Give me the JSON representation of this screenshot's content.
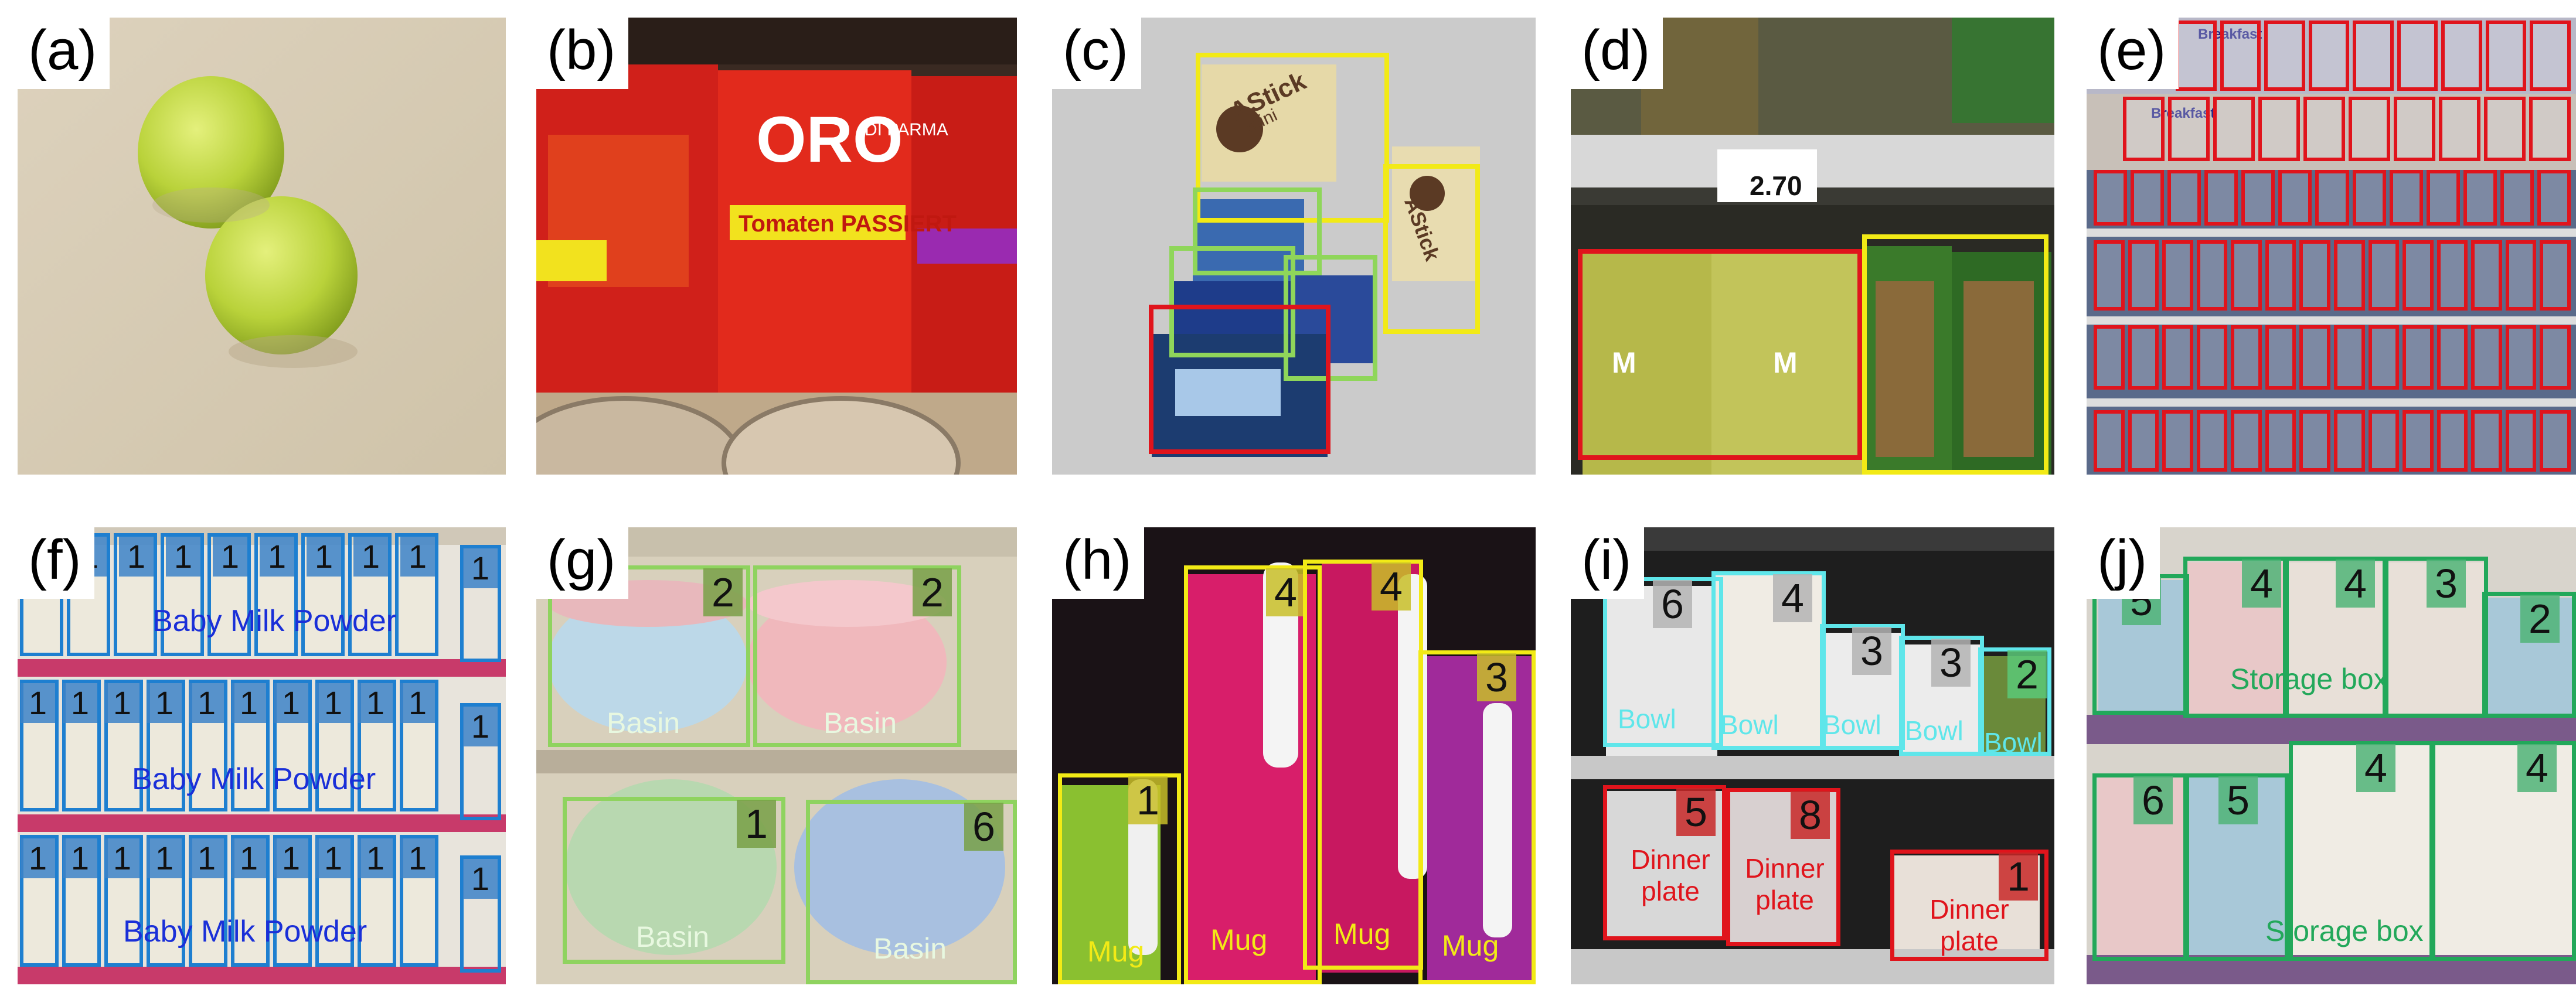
{
  "panels": {
    "a": {
      "tag": "(a)"
    },
    "b": {
      "tag": "(b)",
      "can_brand": "ORO",
      "can_brand_small": "DI PARMA",
      "can_label": "Tomaten PASSIERT"
    },
    "c": {
      "tag": "(c)",
      "product": "AStick",
      "product_sub": "mini"
    },
    "d": {
      "tag": "(d)",
      "price": "2.70",
      "pack_letter": "M"
    },
    "e": {
      "tag": "(e)",
      "product": "Breakfast"
    },
    "f": {
      "tag": "(f)",
      "category": "Baby Milk Powder",
      "counts": [
        "1",
        "1",
        "1",
        "1",
        "1",
        "1",
        "1",
        "1",
        "1",
        "1",
        "1",
        "1",
        "1",
        "1",
        "1",
        "1",
        "1",
        "1",
        "1",
        "1",
        "1",
        "1",
        "1",
        "1",
        "1",
        "1",
        "1",
        "1",
        "1",
        "1"
      ]
    },
    "g": {
      "tag": "(g)",
      "category": "Basin",
      "counts": [
        "2",
        "2",
        "1",
        "6"
      ]
    },
    "h": {
      "tag": "(h)",
      "category": "Mug",
      "counts": [
        "1",
        "4",
        "4",
        "3"
      ]
    },
    "i": {
      "tag": "(i)",
      "category_top": "Bowl",
      "category_bottom": "Dinner plate",
      "counts": [
        "6",
        "4",
        "3",
        "3",
        "2",
        "5",
        "8",
        "1"
      ]
    },
    "j": {
      "tag": "(j)",
      "category": "Storage box",
      "counts": [
        "5",
        "4",
        "4",
        "3",
        "2",
        "6",
        "5",
        "4",
        "4"
      ]
    }
  },
  "colors": {
    "red": "#e0141c",
    "yellow": "#f2ea16",
    "green_c": "#8fd65a",
    "blue": "#1e7fd0",
    "blue_text": "#1a2fd8",
    "green_g": "#8fd35f",
    "cyan": "#5fe6ea",
    "green_j": "#22a85a"
  }
}
